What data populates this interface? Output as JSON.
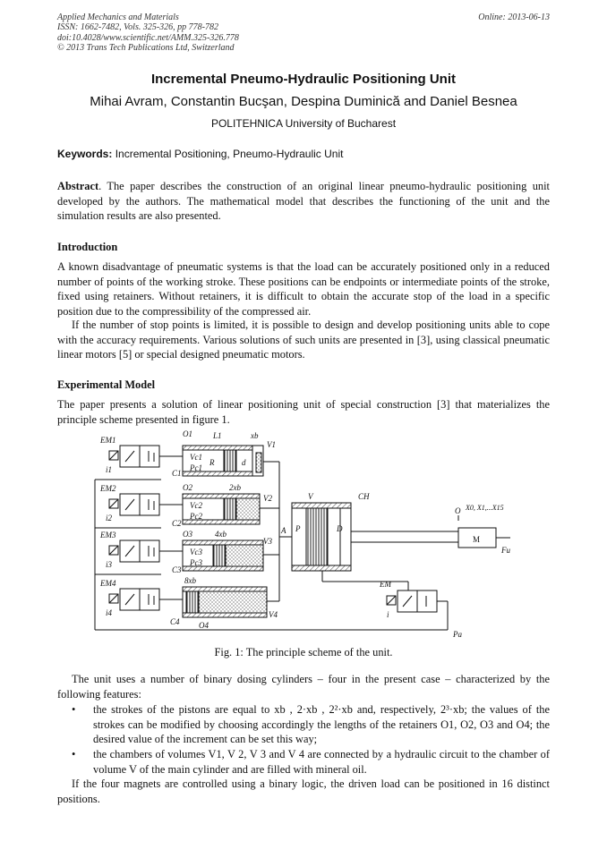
{
  "header": {
    "journal": "Applied Mechanics and Materials",
    "issn": "ISSN: 1662-7482, Vols. 325-326, pp 778-782",
    "doi": "doi:10.4028/www.scientific.net/AMM.325-326.778",
    "copyright": "© 2013 Trans Tech Publications Ltd, Switzerland",
    "online": "Online: 2013-06-13"
  },
  "title": "Incremental Pneumo-Hydraulic Positioning Unit",
  "authors": "Mihai Avram, Constantin Bucşan, Despina Duminică and Daniel Besnea",
  "affiliation": "POLITEHNICA University of Bucharest",
  "keywords": {
    "label": "Keywords:",
    "text": " Incremental Positioning, Pneumo-Hydraulic Unit"
  },
  "abstract": {
    "label": "Abstract",
    "text": ". The paper describes the construction of an original linear pneumo-hydraulic positioning unit developed by the authors. The mathematical model that describes the functioning of the unit and the simulation results are also presented."
  },
  "introduction": {
    "heading": "Introduction",
    "p1": "A known disadvantage of pneumatic systems is that the load can be accurately positioned only in a reduced number of points of the working stroke. These positions can be endpoints or intermediate points of the stroke, fixed using retainers. Without retainers, it is difficult to obtain the accurate stop of the load in a specific position due to the compressibility of the compressed air.",
    "p2": "If the number of stop points is limited, it is possible to design and develop positioning units able to cope with the accuracy requirements. Various solutions of such units are presented in [3], using classical pneumatic linear motors [5] or special designed pneumatic motors."
  },
  "experimental": {
    "heading": "Experimental Model",
    "p1": "The paper presents a solution of linear positioning unit of special construction [3] that materializes the principle scheme presented in figure 1."
  },
  "figure": {
    "caption": "Fig. 1: The principle scheme of the unit.",
    "labels": {
      "em1": "EM1",
      "em2": "EM2",
      "em3": "EM3",
      "em4": "EM4",
      "em": "EM",
      "o1": "O1",
      "o2": "O2",
      "o3": "O3",
      "o4": "O4",
      "c1": "C1",
      "c2": "C2",
      "c3": "C3",
      "c4": "C4",
      "v1": "V1",
      "v2": "V2",
      "v3": "V3",
      "v4": "V4",
      "vc1": "Vc1",
      "vc2": "Vc2",
      "vc3": "Vc3",
      "pc1": "Pc1",
      "pc2": "Pc2",
      "pc3": "Pc3",
      "l1": "L1",
      "xb": "xb",
      "2xb": "2xb",
      "4xb": "4xb",
      "8xb": "8xb",
      "v": "V",
      "ch": "CH",
      "a": "A",
      "p": "P",
      "d_big": "D",
      "d_small": "d",
      "dd": "d",
      "r": "R",
      "o": "O",
      "x_range": "X0, X1,...X15",
      "m": "M",
      "fu": "Fu",
      "pa": "Pa",
      "i1": "i1",
      "i2": "i2",
      "i3": "i3",
      "i4": "i4",
      "i": "i"
    }
  },
  "body2": {
    "p1": "The unit uses a number of binary dosing cylinders – four in the present case – characterized by the following features:",
    "b1": "the strokes of the pistons are equal to xb , 2·xb , 2²·xb and, respectively, 2³·xb; the values of the strokes can be modified by choosing accordingly the lengths of the retainers O1, O2, O3 and O4; the desired value of the increment can be set this way;",
    "b2": "the chambers of volumes V1, V 2, V 3 and V 4 are connected by a hydraulic circuit to the chamber of volume V of the main cylinder and are filled with mineral oil.",
    "p2": "If the four magnets are controlled using a binary logic, the driven load can be positioned in 16 distinct positions.",
    "bullet_char": "•"
  }
}
